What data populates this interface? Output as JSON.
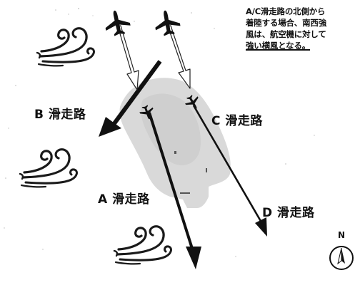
{
  "note": {
    "line1": "A/C滑走路の北側から",
    "line2": "着陸する場合、南西強",
    "line3": "風は、航空機に対して",
    "line4": "強い横風となる。"
  },
  "runways": {
    "a": "A 滑走路",
    "b": "B 滑走路",
    "c": "C 滑走路",
    "d": "D 滑走路"
  },
  "compass": {
    "north": "N"
  },
  "icons": [
    "wind-gust-icon",
    "airplane-icon",
    "compass-icon"
  ]
}
